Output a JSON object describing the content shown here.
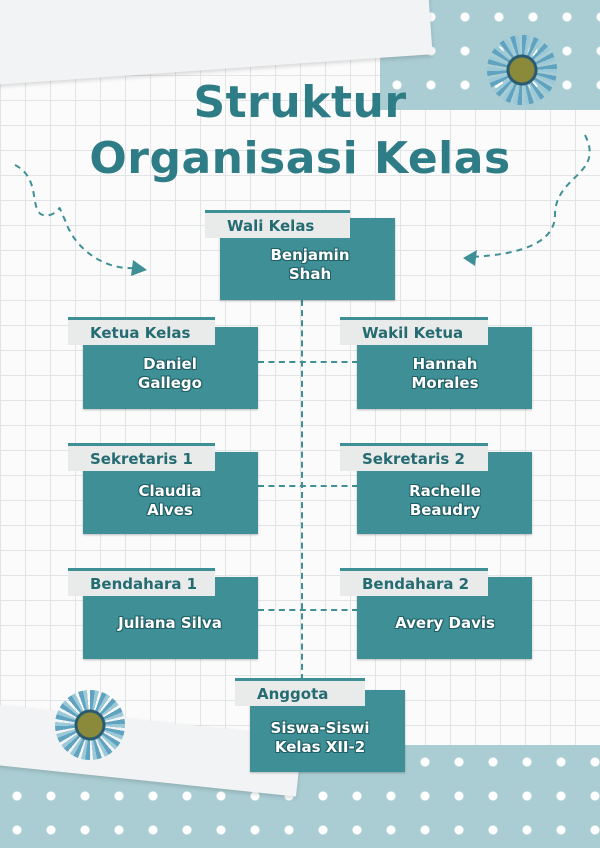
{
  "title": {
    "line1": "Struktur",
    "line2": "Organisasi Kelas"
  },
  "nodes": [
    {
      "role": "Wali Kelas",
      "name": "Benjamin Shah"
    },
    {
      "role": "Ketua Kelas",
      "name": "Daniel Gallego"
    },
    {
      "role": "Wakil Ketua",
      "name": "Hannah Morales"
    },
    {
      "role": "Sekretaris 1",
      "name": "Claudia Alves"
    },
    {
      "role": "Sekretaris 2",
      "name": "Rachelle Beaudry"
    },
    {
      "role": "Bendahara 1",
      "name": "Juliana Silva"
    },
    {
      "role": "Bendahara 2",
      "name": "Avery Davis"
    },
    {
      "role": "Anggota",
      "name": "Siswa-Siswi Kelas XII-2"
    }
  ],
  "colors": {
    "accent": "#3e8f96",
    "title": "#2e7d86",
    "dots": "#a9cdd3"
  }
}
